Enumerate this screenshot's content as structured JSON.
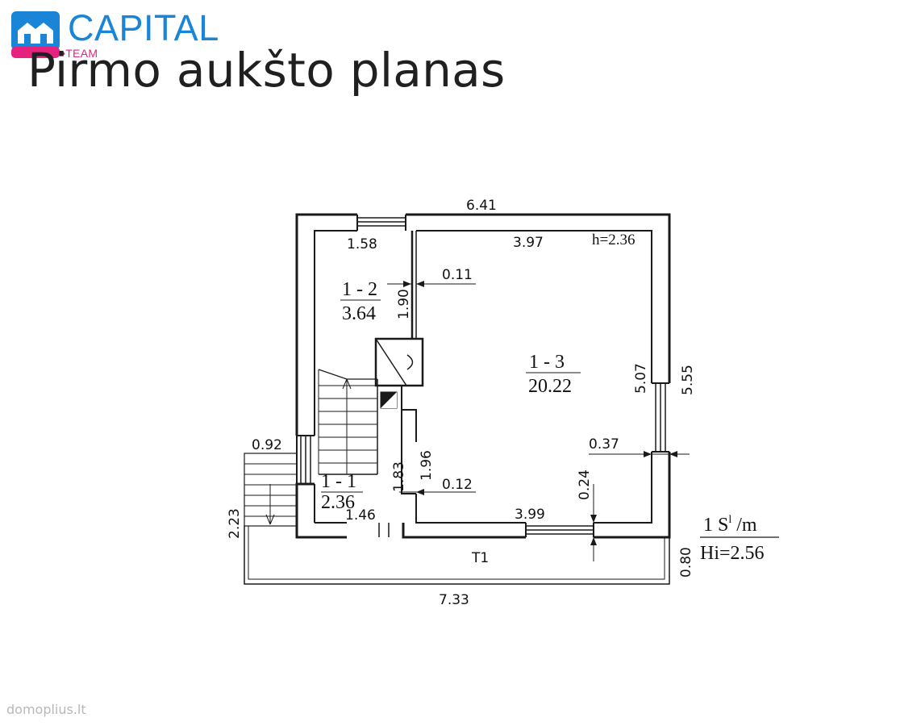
{
  "header": {
    "logo_word": "CAPITAL",
    "logo_sub": "•TEAM",
    "title": "Pirmo aukšto planas"
  },
  "colors": {
    "logo_blue": "#1a84d6",
    "logo_pink": "#e5237e",
    "line": "#1a1a1a"
  },
  "plan": {
    "dims": {
      "top_total": "6.41",
      "bottom_total": "7.33",
      "room12_width": "1.58",
      "room13_width_top": "3.97",
      "room13_width_bottom": "3.99",
      "height_label": "h=2.36",
      "partition_top": "0.11",
      "partition_bottom": "0.12",
      "vert_190": "1.90",
      "vert_183": "1.83",
      "vert_196": "1.96",
      "vert_024": "0.24",
      "right_507": "5.07",
      "right_555": "5.55",
      "right_037": "0.37",
      "stair_width": "0.92",
      "stair_length": "2.23",
      "room11_width": "1.46",
      "terrace_depth": "0.80"
    },
    "rooms": [
      {
        "id": "1 - 2",
        "area": "3.64"
      },
      {
        "id": "1 - 3",
        "area": "20.22"
      },
      {
        "id": "1 - 1",
        "area": "2.36"
      }
    ],
    "terrace_label": "T1",
    "level_label": "1 S",
    "level_sup": "l",
    "level_unit": " /m",
    "hi_label": "Hi=2.56"
  },
  "watermark": "domoplius.lt"
}
